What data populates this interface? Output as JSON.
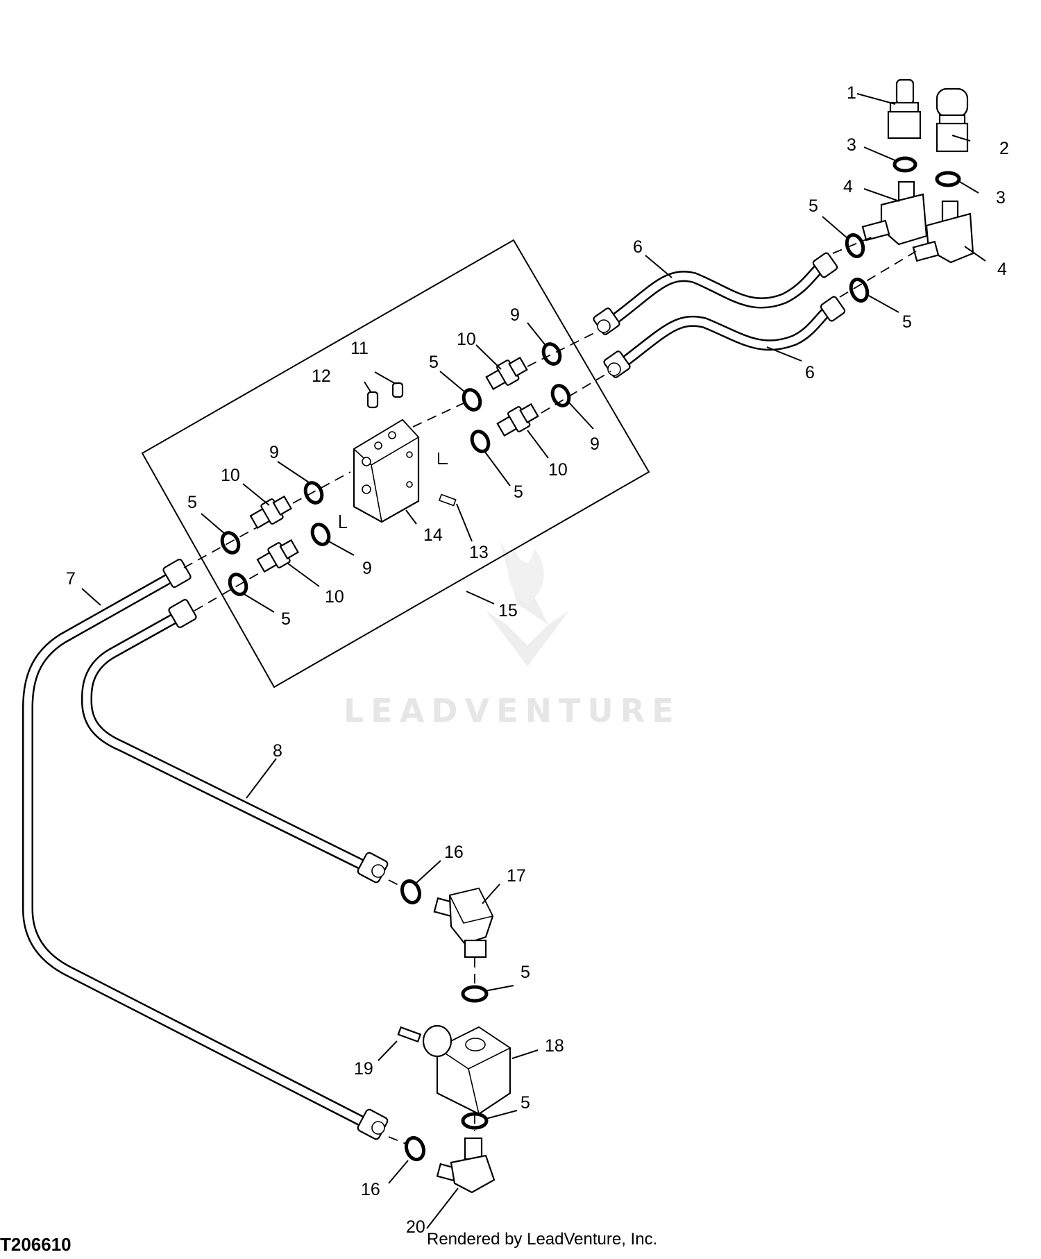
{
  "figure_id": "T206610",
  "render_credit": "Rendered by LeadVenture, Inc.",
  "watermark": {
    "text": "LEADVENTURE",
    "icon": "leadventure-logo-icon"
  },
  "callouts": {
    "c1": "1",
    "c2": "2",
    "c3a": "3",
    "c3b": "3",
    "c4a": "4",
    "c4b": "4",
    "c5a": "5",
    "c5b": "5",
    "c5c": "5",
    "c5d": "5",
    "c5e": "5",
    "c5f": "5",
    "c5g": "5",
    "c5h": "5",
    "c6a": "6",
    "c6b": "6",
    "c7": "7",
    "c8": "8",
    "c9a": "9",
    "c9b": "9",
    "c9c": "9",
    "c9d": "9",
    "c10a": "10",
    "c10b": "10",
    "c10c": "10",
    "c10d": "10",
    "c11": "11",
    "c12": "12",
    "c13": "13",
    "c14": "14",
    "c15": "15",
    "c16a": "16",
    "c16b": "16",
    "c17": "17",
    "c18": "18",
    "c19": "19",
    "c20": "20"
  }
}
